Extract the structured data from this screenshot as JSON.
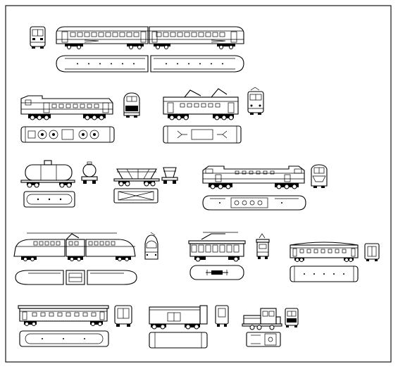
{
  "sheet": {
    "background": "#ffffff",
    "line_color": "#000000"
  },
  "blocks": [
    {
      "name": "emu-two-car-set",
      "views": [
        "front-elevation",
        "side-elevation",
        "plan"
      ]
    },
    {
      "name": "diesel-locomotive-hood",
      "views": [
        "side-elevation",
        "front-elevation",
        "plan"
      ]
    },
    {
      "name": "electric-locomotive-pantograph",
      "views": [
        "side-elevation",
        "front-elevation",
        "plan"
      ]
    },
    {
      "name": "tank-wagon",
      "views": [
        "side-elevation",
        "end-elevation",
        "plan"
      ]
    },
    {
      "name": "hopper-wagon",
      "views": [
        "side-elevation",
        "end-elevation",
        "plan"
      ]
    },
    {
      "name": "diesel-locomotive-large",
      "views": [
        "side-elevation",
        "front-elevation",
        "plan"
      ]
    },
    {
      "name": "high-speed-articulated-train",
      "views": [
        "side-elevation",
        "front-elevation",
        "plan"
      ]
    },
    {
      "name": "vintage-tram",
      "views": [
        "side-elevation",
        "front-elevation",
        "plan"
      ]
    },
    {
      "name": "passenger-coach",
      "views": [
        "side-elevation",
        "end-elevation",
        "plan"
      ]
    },
    {
      "name": "open-platform-coach",
      "views": [
        "side-elevation",
        "end-elevation",
        "plan"
      ]
    },
    {
      "name": "box-van-wagon",
      "views": [
        "side-elevation",
        "end-elevation",
        "plan"
      ]
    },
    {
      "name": "shunting-locomotive",
      "views": [
        "side-elevation",
        "front-elevation",
        "plan"
      ]
    }
  ]
}
